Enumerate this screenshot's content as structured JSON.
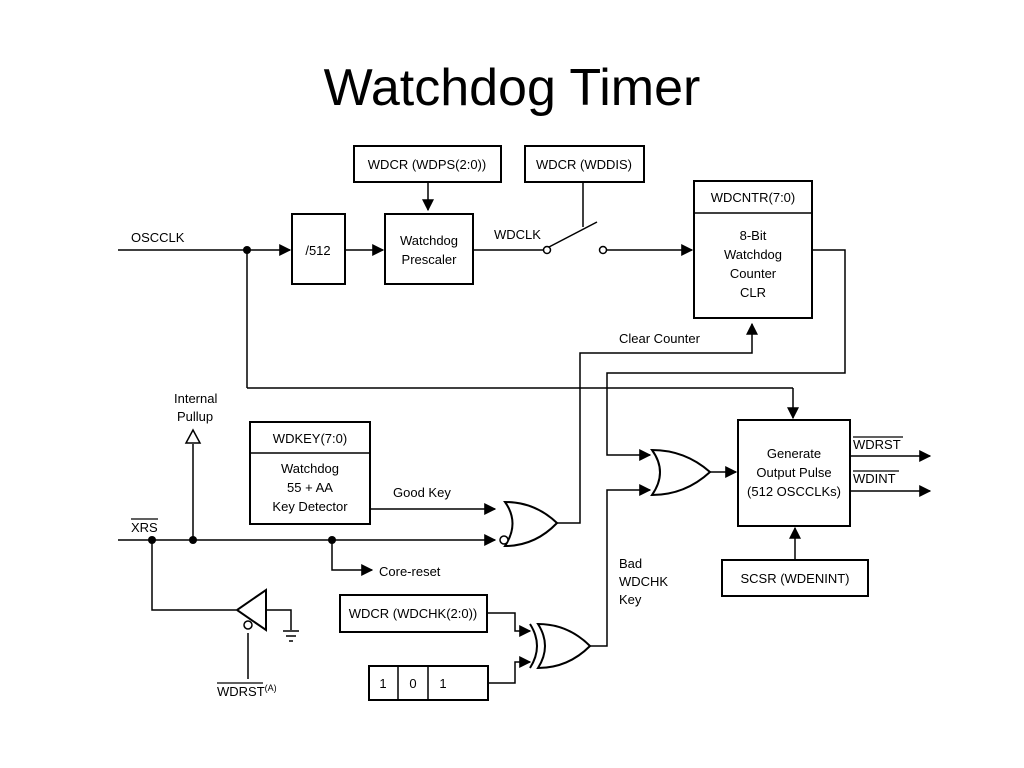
{
  "title": "Watchdog Timer",
  "blocks": {
    "wdcr_wdps": "WDCR (WDPS(2:0))",
    "wdcr_wddis": "WDCR (WDDIS)",
    "div512": "/512",
    "prescaler": [
      "Watchdog",
      "Prescaler"
    ],
    "wdcntr_header": "WDCNTR(7:0)",
    "wdcntr_body": [
      "8-Bit",
      "Watchdog",
      "Counter",
      "CLR"
    ],
    "wdkey_header": "WDKEY(7:0)",
    "wdkey_body": [
      "Watchdog",
      "55 + AA",
      "Key Detector"
    ],
    "generate": [
      "Generate",
      "Output Pulse",
      "(512 OSCCLKs)"
    ],
    "scsr": "SCSR (WDENINT)",
    "wdcr_wdchk": "WDCR (WDCHK(2:0))",
    "bits": [
      "1",
      "0",
      "1"
    ]
  },
  "signals": {
    "osclk": "OSCCLK",
    "wdclk": "WDCLK",
    "clear_counter": "Clear Counter",
    "internal_pullup": [
      "Internal",
      "Pullup"
    ],
    "good_key": "Good Key",
    "xrs": "XRS",
    "core_reset": "Core-reset",
    "bad_wdchk_key": [
      "Bad",
      "WDCHK",
      "Key"
    ],
    "wdrst_out": "WDRST",
    "wdint_out": "WDINT",
    "wdrst_bottom": "WDRST",
    "wdrst_bottom_sup": "(A)"
  }
}
